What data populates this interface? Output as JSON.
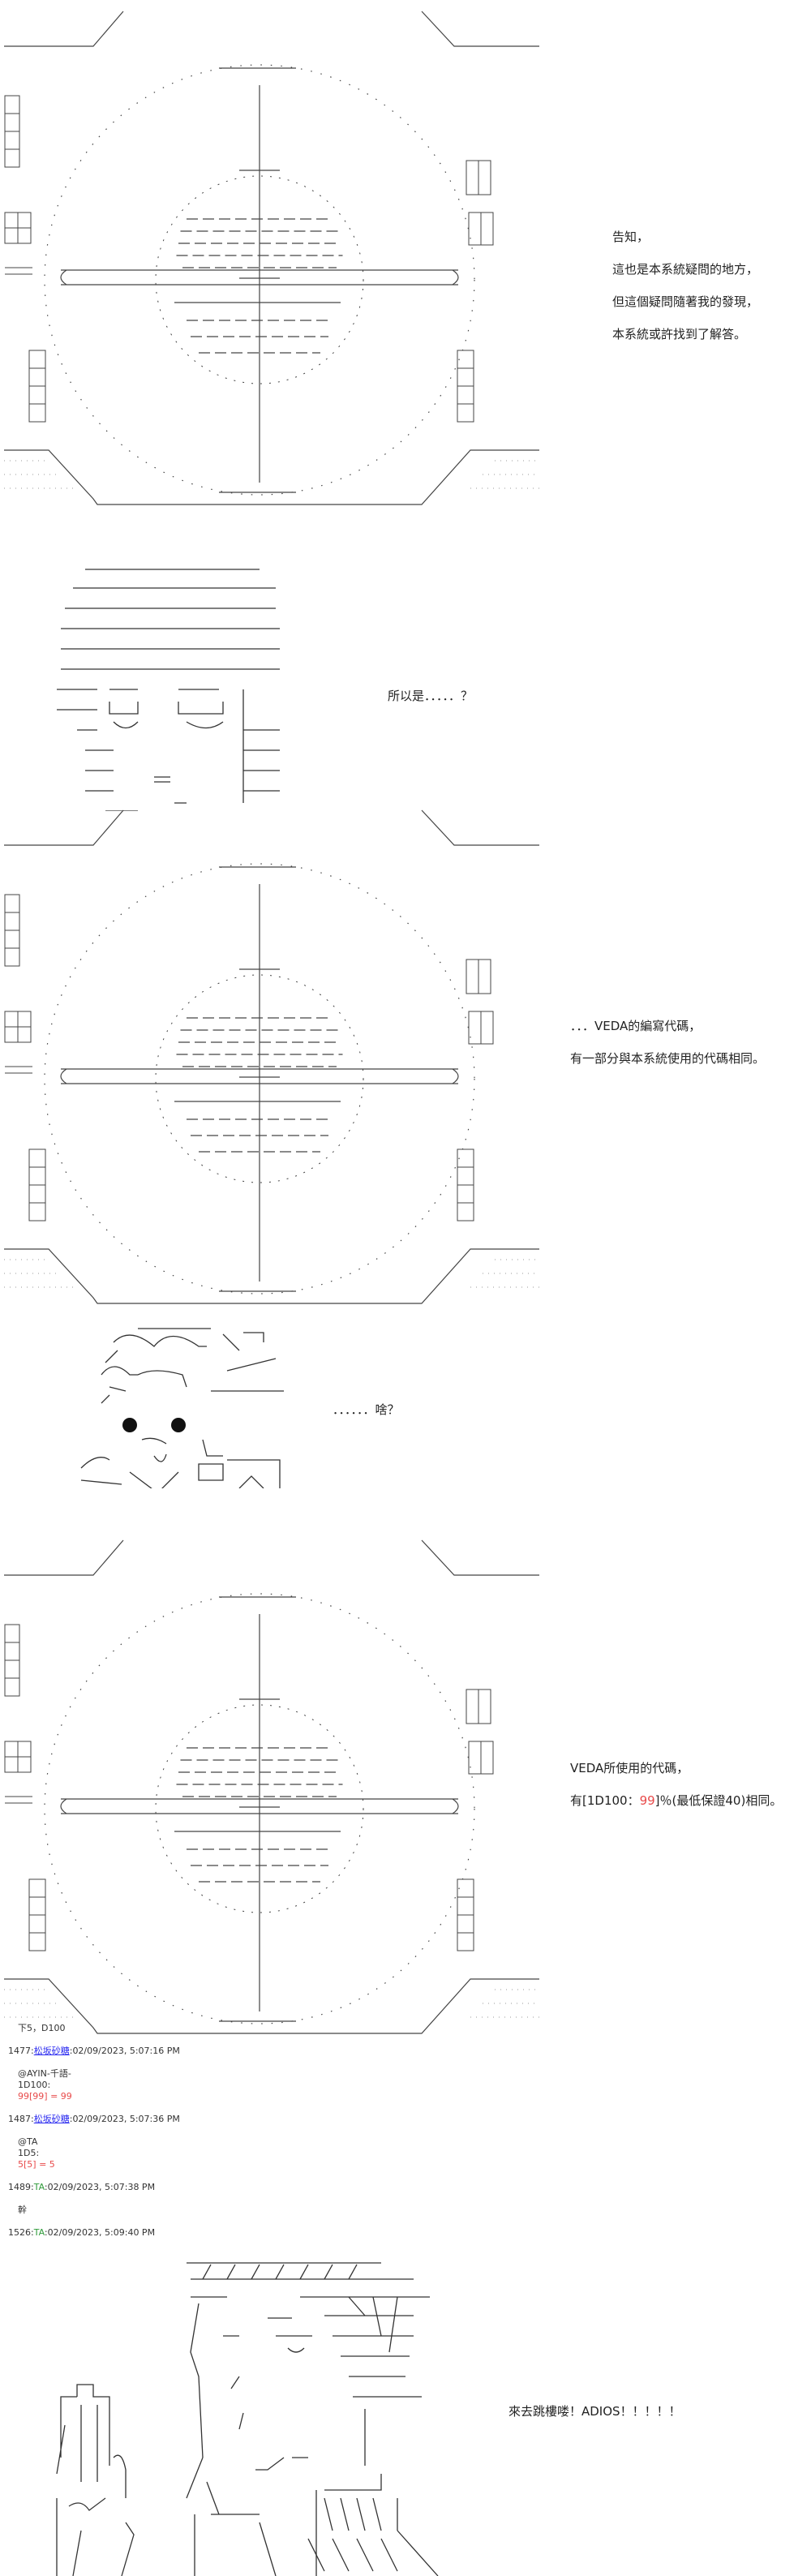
{
  "colors": {
    "link": "#2a2af0",
    "trip": "#2f9a3a",
    "dice": "#e84a4a",
    "ink": "#222222"
  },
  "narration": {
    "panel1": [
      "告知，",
      "這也是本系統疑問的地方，",
      "但這個疑問隨著我的發現，",
      "本系統或許找到了解答。"
    ],
    "panel2": [
      "所以是．．．．．？"
    ],
    "panel3": [
      "．．．VEDA的編寫代碼，",
      "有一部分與本系統使用的代碼相同。"
    ],
    "panel4": [
      "．．．．．．啥？"
    ],
    "panel5": {
      "line1": "VEDA所使用的代碼，",
      "line2_prefix": "有[1D100：",
      "line2_roll": "99",
      "line2_suffix": "]％(最低保證40)相同。"
    },
    "panel6": [
      "來去跳樓喽！ADIOS！！！！！"
    ]
  },
  "log": {
    "header": "下5，D100",
    "posts": [
      {
        "num": "1477",
        "name": "松坂砂糖",
        "time": "02/09/2023, 5:07:16 PM",
        "lines": [
          "@AYIN-千語-",
          "1D100:"
        ],
        "roll": "99[99] = 99"
      },
      {
        "num": "1487",
        "name": "松坂砂糖",
        "time": "02/09/2023, 5:07:36 PM",
        "lines": [
          "@TA",
          "1D5:"
        ],
        "roll": "5[5] = 5"
      },
      {
        "num": "1489",
        "name": "TA",
        "time": "02/09/2023, 5:07:38 PM",
        "lines": [
          "幹"
        ],
        "roll": null
      },
      {
        "num": "1526",
        "name": "TA",
        "time": "02/09/2023, 5:09:40 PM",
        "lines": [],
        "roll": null
      }
    ]
  }
}
